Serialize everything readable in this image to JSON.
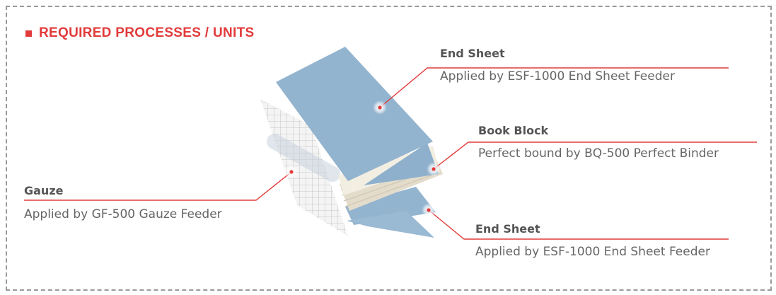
{
  "heading": "REQUIRED PROCESSES / UNITS",
  "colors": {
    "accent": "#e23b3b",
    "sheet_blue": "#93b4cf",
    "paper": "#f2ede1"
  },
  "parts": {
    "end_sheet_top": {
      "title": "End Sheet",
      "desc": "Applied by ESF-1000 End Sheet Feeder"
    },
    "book_block": {
      "title": "Book Block",
      "desc": "Perfect bound by BQ-500 Perfect Binder"
    },
    "gauze": {
      "title": "Gauze",
      "desc": "Applied by GF-500 Gauze Feeder"
    },
    "end_sheet_bottom": {
      "title": "End Sheet",
      "desc": "Applied by ESF-1000 End Sheet Feeder"
    }
  }
}
